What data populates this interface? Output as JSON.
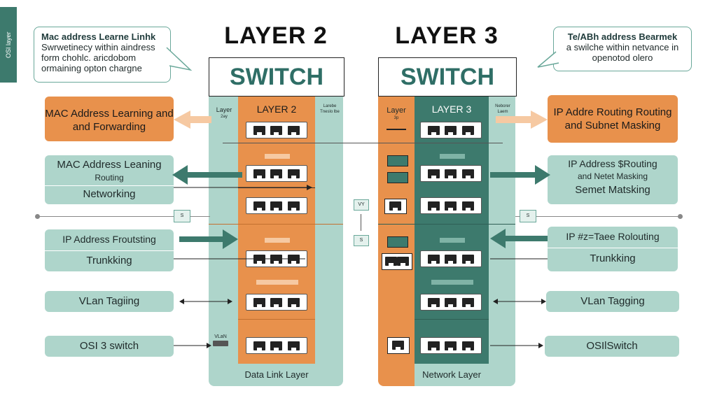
{
  "side_tab": "OSI layer",
  "bubbles": {
    "left": {
      "line1": "Mac address Learne Linhk",
      "line2": "Swrwetinecy within aindress",
      "line3": "form chohlc. aricdobom",
      "line4": "ormaining opton chargne"
    },
    "right": {
      "line1": "Te/ABh address Bearmek",
      "line2": "a swilche within netvance in",
      "line3": "openotod olero"
    }
  },
  "titles": {
    "l2_top": "LAYER 2",
    "l2_bottom": "SWITCH",
    "l3_top": "LAYER 3",
    "l3_bottom": "SWITCH"
  },
  "columns": {
    "l2_header": "LAYER 2",
    "l2_side_left": "Layer",
    "l2_side_left_sub": "2ay",
    "l2_side_right": "Larebe Tneslo lbe",
    "l3_header": "LAYER 3",
    "l3_side_left": "Layer",
    "l3_side_left_sub": "3p",
    "l3_side_right": "Neborer Laem",
    "l2_footer": "Data Link Layer",
    "l3_footer": "Network Layer",
    "mid_tag1": "VY",
    "mid_tag2": "S"
  },
  "left_features": [
    {
      "label": "MAC Address Learning and and Forwarding"
    },
    {
      "label": "MAC Address Leaning",
      "sub": "Routing",
      "sub2": "Networking"
    },
    {
      "label": "IP Address Froutsting",
      "sub": "Trunkking"
    },
    {
      "label": "VLan Tagiing"
    },
    {
      "label": "OSI 3 switch"
    }
  ],
  "right_features": [
    {
      "label": "IP Addre Routing Routing and Subnet Masking"
    },
    {
      "label": "IP Address $Routing",
      "sub": "and Netet Masking",
      "sub2": "Semet Matsking"
    },
    {
      "label": "IP #z=Taee Rolouting",
      "sub": "Trunkking"
    },
    {
      "label": "VLan Tagging"
    },
    {
      "label": "OSIlSwitch"
    }
  ],
  "small_tags": {
    "left_s": "S",
    "right_s": "S",
    "vlan": "VLaN"
  },
  "colors": {
    "orange": "#e8914c",
    "teal_light": "#aed5cb",
    "teal_dark": "#3d7a6d"
  }
}
